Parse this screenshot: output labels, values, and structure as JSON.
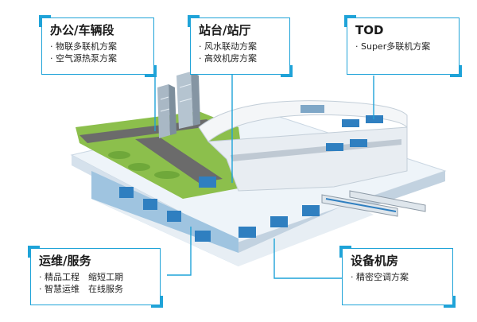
{
  "callouts": {
    "office": {
      "title": "办公/车辆段",
      "items": [
        "· 物联多联机方案",
        "· 空气源热泵方案"
      ]
    },
    "station": {
      "title": "站台/站厅",
      "items": [
        "· 风水联动方案",
        "· 高效机房方案"
      ]
    },
    "tod": {
      "title": "TOD",
      "items": [
        "· Super多联机方案"
      ]
    },
    "ops": {
      "title": "运维/服务",
      "items": [
        "· 精品工程　缩短工期",
        "· 智慧运维　在线服务"
      ]
    },
    "plant": {
      "title": "设备机房",
      "items": [
        "· 精密空调方案"
      ]
    }
  },
  "colors": {
    "accent": "#1fa3d8",
    "text": "#1a1a1a"
  }
}
